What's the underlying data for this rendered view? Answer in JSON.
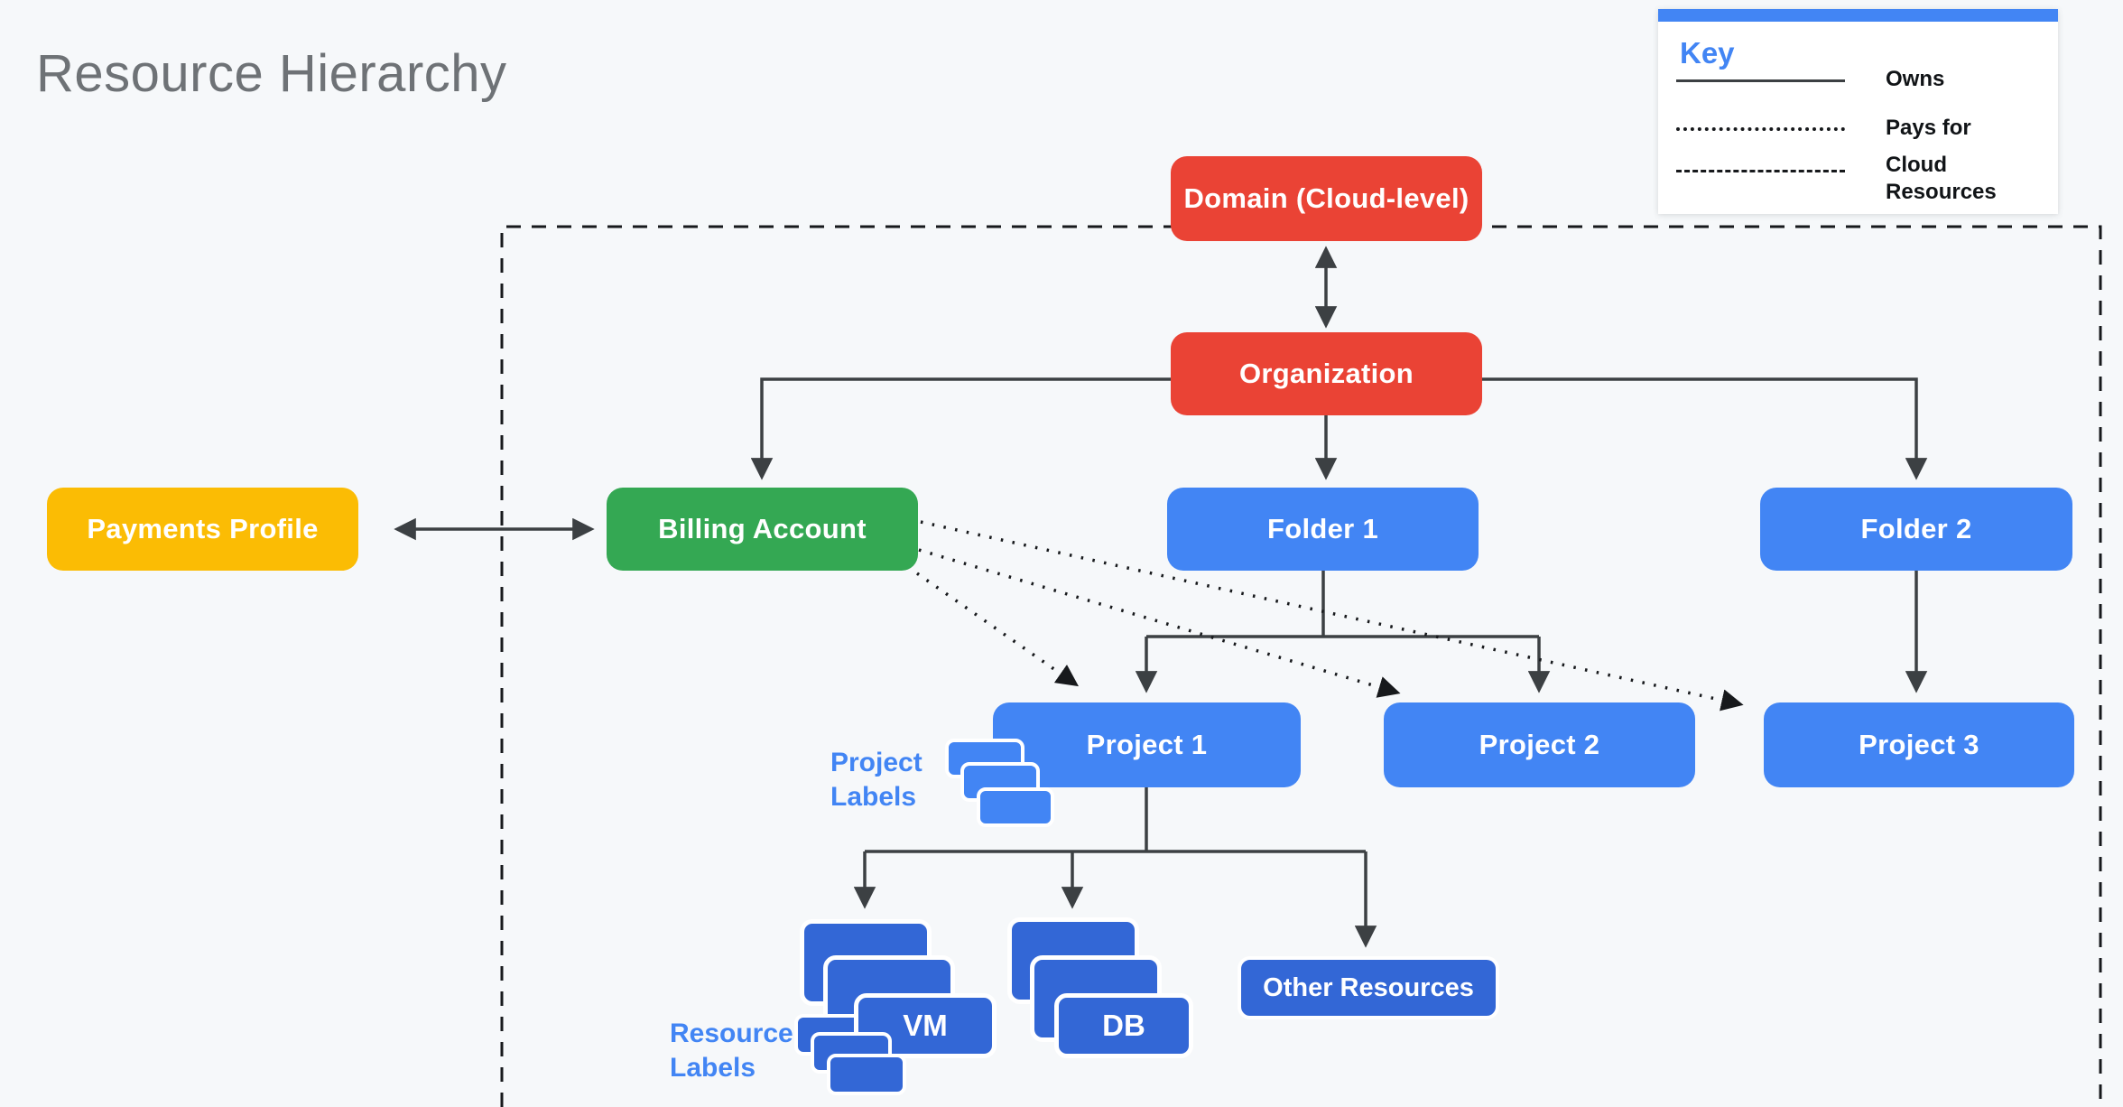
{
  "title": "Resource Hierarchy",
  "key": {
    "heading": "Key",
    "items": [
      {
        "style": "solid",
        "label": "Owns"
      },
      {
        "style": "dotted",
        "label": "Pays for"
      },
      {
        "style": "dashed",
        "label": "Cloud Resources"
      }
    ]
  },
  "colors": {
    "red": "#EA4335",
    "yellow": "#FBBC04",
    "green": "#34A853",
    "blue": "#4285F4",
    "dark_blue": "#3367D6",
    "background": "#F6F8FA",
    "line": "#3C4043",
    "dotted_dashed_line": "#17191C",
    "title_text": "#6E7276"
  },
  "nodes": {
    "domain": {
      "label": "Domain (Cloud-level)",
      "color": "#EA4335"
    },
    "organization": {
      "label": "Organization",
      "color": "#EA4335"
    },
    "payments_profile": {
      "label": "Payments Profile",
      "color": "#FBBC04"
    },
    "billing_account": {
      "label": "Billing Account",
      "color": "#34A853"
    },
    "folder_1": {
      "label": "Folder 1",
      "color": "#4285F4"
    },
    "folder_2": {
      "label": "Folder 2",
      "color": "#4285F4"
    },
    "project_1": {
      "label": "Project 1",
      "color": "#4285F4"
    },
    "project_2": {
      "label": "Project 2",
      "color": "#4285F4"
    },
    "project_3": {
      "label": "Project 3",
      "color": "#4285F4"
    },
    "vm": {
      "label": "VM",
      "color": "#3367D6"
    },
    "db": {
      "label": "DB",
      "color": "#3367D6"
    },
    "other_resources": {
      "label": "Other Resources",
      "color": "#3367D6"
    }
  },
  "annotations": {
    "project_labels": "Project Labels",
    "resource_labels": "Resource Labels"
  },
  "edges": [
    {
      "from": "domain",
      "to": "organization",
      "type": "owns",
      "bidirectional": true
    },
    {
      "from": "payments_profile",
      "to": "billing_account",
      "type": "owns",
      "bidirectional": true
    },
    {
      "from": "organization",
      "to": "billing_account",
      "type": "owns"
    },
    {
      "from": "organization",
      "to": "folder_1",
      "type": "owns"
    },
    {
      "from": "organization",
      "to": "folder_2",
      "type": "owns"
    },
    {
      "from": "folder_1",
      "to": "project_1",
      "type": "owns"
    },
    {
      "from": "folder_1",
      "to": "project_2",
      "type": "owns"
    },
    {
      "from": "folder_2",
      "to": "project_3",
      "type": "owns"
    },
    {
      "from": "project_1",
      "to": "vm",
      "type": "owns"
    },
    {
      "from": "project_1",
      "to": "db",
      "type": "owns"
    },
    {
      "from": "project_1",
      "to": "other_resources",
      "type": "owns"
    },
    {
      "from": "billing_account",
      "to": "project_1",
      "type": "pays_for"
    },
    {
      "from": "billing_account",
      "to": "project_2",
      "type": "pays_for"
    },
    {
      "from": "billing_account",
      "to": "project_3",
      "type": "pays_for"
    },
    {
      "boundary": "cloud_resources",
      "style": "dashed"
    }
  ]
}
